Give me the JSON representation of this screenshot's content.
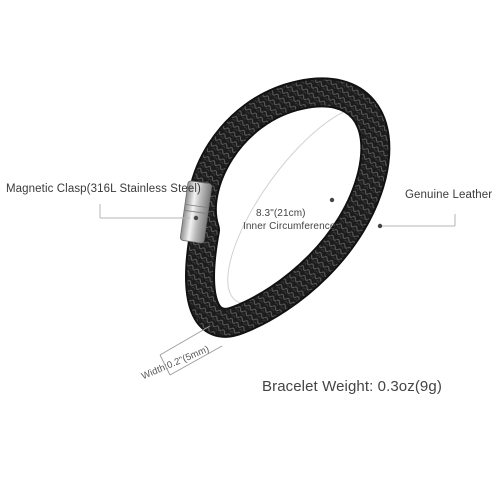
{
  "annotations": {
    "clasp": "Magnetic Clasp(316L Stainless Steel)",
    "leather": "Genuine Leather",
    "circumference_value": "8.3\"(21cm)",
    "circumference_label": "Inner Circumference",
    "width": "Width:0.2\"(5mm)",
    "weight": "Bracelet Weight: 0.3oz(9g)"
  },
  "colors": {
    "leather": "#1b1b1b",
    "leather_highlight": "#6b6b6b",
    "steel": "#c9c9c9",
    "guide_lines": "#b5b5b5"
  }
}
